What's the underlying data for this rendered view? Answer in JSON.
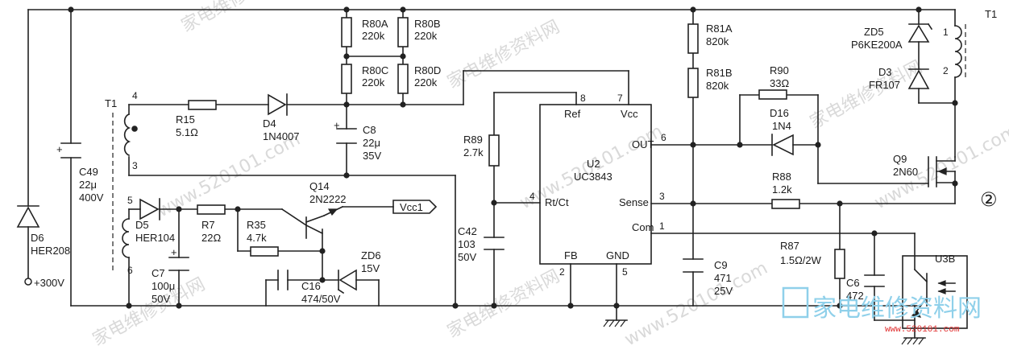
{
  "components": {
    "r80a": {
      "ref": "R80A",
      "value": "220k"
    },
    "r80b": {
      "ref": "R80B",
      "value": "220k"
    },
    "r80c": {
      "ref": "R80C",
      "value": "220k"
    },
    "r80d": {
      "ref": "R80D",
      "value": "220k"
    },
    "r81a": {
      "ref": "R81A",
      "value": "820k"
    },
    "r81b": {
      "ref": "R81B",
      "value": "820k"
    },
    "r15": {
      "ref": "R15",
      "value": "5.1Ω"
    },
    "d4": {
      "ref": "D4",
      "value": "1N4007"
    },
    "c8": {
      "ref": "C8",
      "value": "22μ",
      "voltage": "35V"
    },
    "c49": {
      "ref": "C49",
      "value": "22μ",
      "voltage": "400V"
    },
    "d6": {
      "ref": "D6",
      "value": "HER208"
    },
    "d5": {
      "ref": "D5",
      "value": "HER104"
    },
    "r7": {
      "ref": "R7",
      "value": "22Ω"
    },
    "c7": {
      "ref": "C7",
      "value": "100μ",
      "voltage": "50V"
    },
    "q14": {
      "ref": "Q14",
      "value": "2N2222"
    },
    "r35": {
      "ref": "R35",
      "value": "4.7k"
    },
    "zd6": {
      "ref": "ZD6",
      "value": "15V"
    },
    "c16": {
      "ref": "C16",
      "value": "474/50V"
    },
    "r89": {
      "ref": "R89",
      "value": "2.7k"
    },
    "c42": {
      "ref": "C42",
      "value": "103",
      "voltage": "50V"
    },
    "u2": {
      "ref": "U2",
      "value": "UC3843"
    },
    "r90": {
      "ref": "R90",
      "value": "33Ω"
    },
    "d16": {
      "ref": "D16",
      "value": "1N4"
    },
    "r88": {
      "ref": "R88",
      "value": "1.2k"
    },
    "r87": {
      "ref": "R87",
      "value": "1.5Ω/2W"
    },
    "c9": {
      "ref": "C9",
      "value": "471",
      "voltage": "25V"
    },
    "c6": {
      "ref": "C6",
      "value": "472"
    },
    "zd5": {
      "ref": "ZD5",
      "value": "P6KE200A"
    },
    "d3": {
      "ref": "D3",
      "value": "FR107"
    },
    "q9": {
      "ref": "Q9",
      "value": "2N60"
    },
    "u3b": {
      "ref": "U3B"
    },
    "t1_left": {
      "ref": "T1"
    },
    "t1_right": {
      "ref": "T1"
    }
  },
  "ic_pins": {
    "ref": {
      "num": "8",
      "name": "Ref"
    },
    "vcc": {
      "num": "7",
      "name": "Vcc"
    },
    "out": {
      "num": "6",
      "name": "OUT"
    },
    "rtct": {
      "num": "4",
      "name": "Rt/Ct"
    },
    "sense": {
      "num": "3",
      "name": "Sense"
    },
    "com": {
      "num": "1",
      "name": "Com"
    },
    "fb": {
      "num": "2",
      "name": "FB"
    },
    "gnd": {
      "num": "5",
      "name": "GND"
    }
  },
  "transformer_pins": {
    "p4": "4",
    "p3": "3",
    "p5": "5",
    "p6": "6",
    "p1": "1",
    "p2": "2"
  },
  "net_labels": {
    "vcc1": "Vcc1",
    "supply": "+300V"
  },
  "figure_number": "②",
  "watermarks": [
    "家电维修资料网",
    "www.520101.com"
  ],
  "logo": {
    "text": "家电维修资料网",
    "url": "www.520101.com"
  }
}
